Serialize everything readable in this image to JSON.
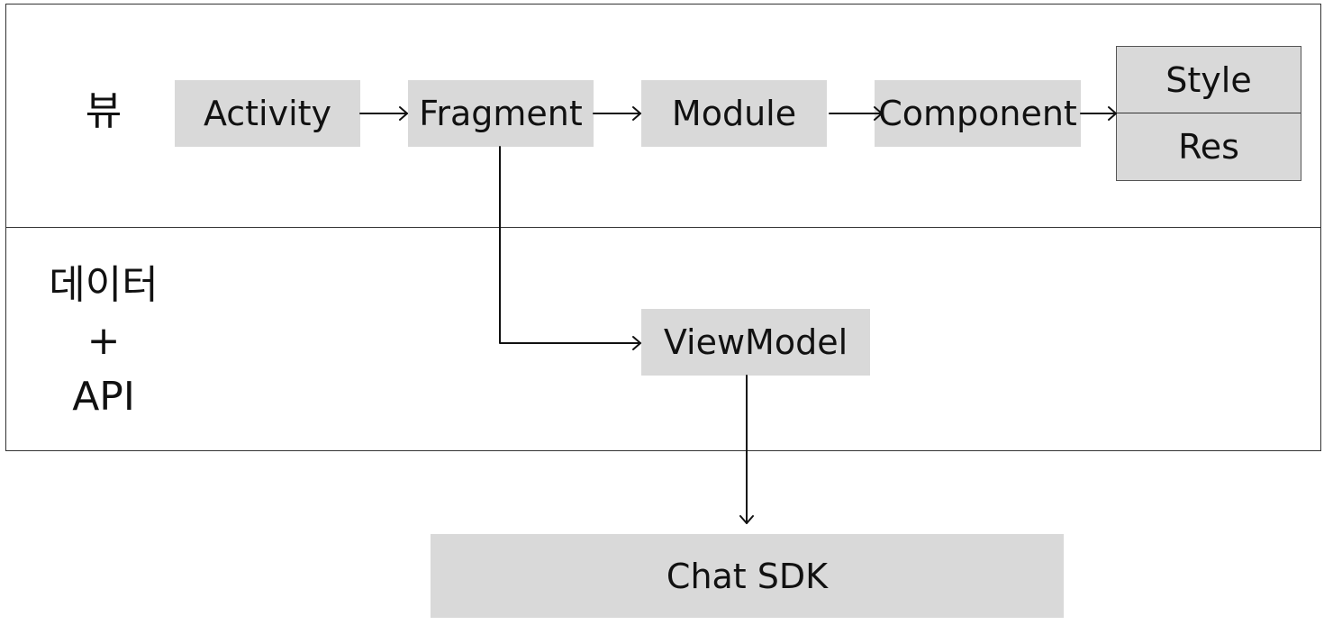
{
  "layers": {
    "view": {
      "label": "뷰"
    },
    "data": {
      "label": "데이터\n+\nAPI"
    }
  },
  "nodes": {
    "activity": "Activity",
    "fragment": "Fragment",
    "module": "Module",
    "component": "Component",
    "style": "Style",
    "res": "Res",
    "viewmodel": "ViewModel",
    "chat_sdk": "Chat SDK"
  },
  "edges": [
    {
      "from": "activity",
      "to": "fragment"
    },
    {
      "from": "fragment",
      "to": "module"
    },
    {
      "from": "module",
      "to": "component"
    },
    {
      "from": "component",
      "to": "style-res"
    },
    {
      "from": "fragment",
      "to": "viewmodel"
    },
    {
      "from": "viewmodel",
      "to": "chat_sdk"
    }
  ],
  "colors": {
    "node_fill": "#d9d9d9",
    "line": "#111111",
    "border": "#333333"
  }
}
